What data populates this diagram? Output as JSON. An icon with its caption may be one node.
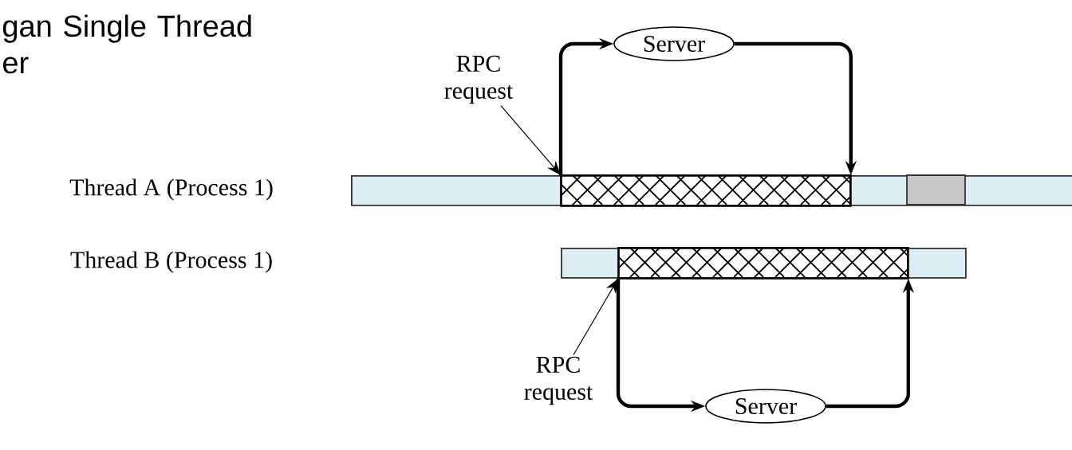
{
  "diagram": {
    "title": "gan Single Thread er",
    "nodes": [
      {
        "text": [],
        "shape": "bar"
      },
      {
        "text": [],
        "shape": "bar",
        "in": 0
      },
      {
        "text": [],
        "shape": "bar"
      },
      {
        "text": [],
        "shape": "bar",
        "in": 2
      },
      {
        "text": [
          "RPC request"
        ]
      },
      {
        "text": [
          "Server"
        ]
      },
      {
        "text": [
          "RPC request"
        ]
      },
      {
        "text": [
          "Server"
        ]
      }
    ],
    "edges": [
      {
        "from": 1,
        "to": 5,
        "arrow": "to"
      },
      {
        "from": 5,
        "to": 1,
        "arrow": "to"
      },
      {
        "from": 4,
        "to": 1,
        "arrow": "to"
      },
      {
        "from": 3,
        "to": 7,
        "arrow": "to"
      },
      {
        "from": 7,
        "to": 3,
        "arrow": "to"
      },
      {
        "from": 6,
        "to": 3,
        "arrow": "to"
      }
    ],
    "labels": [
      "Thread A (Process 1)",
      "Thread B (Process 1)"
    ]
  }
}
